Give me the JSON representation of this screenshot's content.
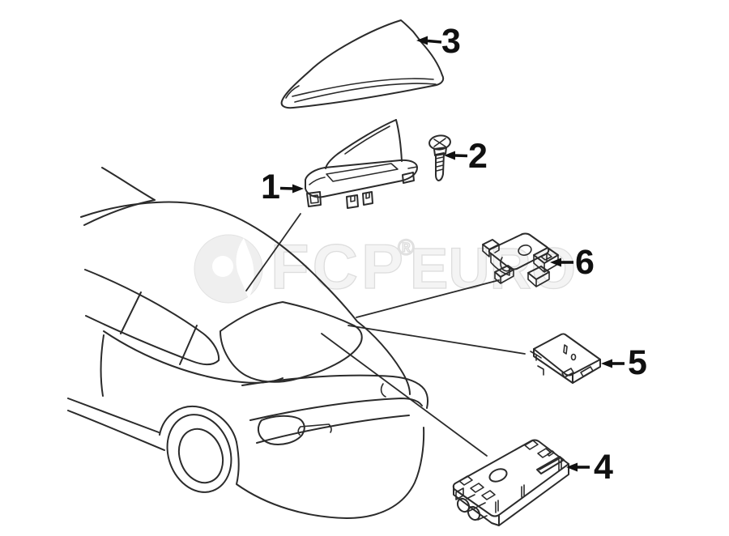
{
  "diagram": {
    "background_color": "#ffffff",
    "line_color": "#2b2b2b",
    "watermark": {
      "text_left": "FCP",
      "registered_mark": "®",
      "text_right": "EURO",
      "color": "#f4f4f4"
    },
    "callouts": [
      {
        "number": "1"
      },
      {
        "number": "2"
      },
      {
        "number": "3"
      },
      {
        "number": "4"
      },
      {
        "number": "5"
      },
      {
        "number": "6"
      }
    ]
  }
}
